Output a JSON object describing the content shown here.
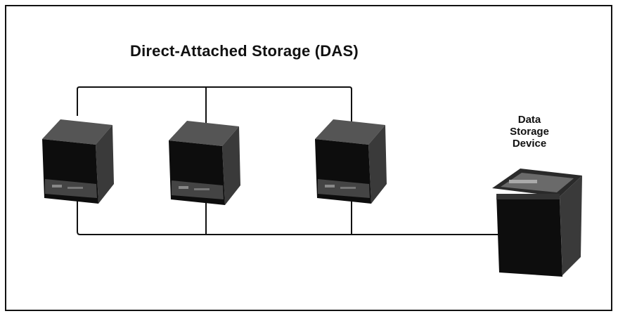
{
  "diagram": {
    "title": "Direct-Attached Storage (DAS)",
    "storage_label_lines": [
      "Data",
      "Storage",
      "Device"
    ],
    "servers": [
      "server-1",
      "server-2",
      "server-3"
    ],
    "colors": {
      "line": "#111111",
      "server_front": "#0d0d0d",
      "server_side": "#3a3a3a",
      "server_top": "#5a5a5a",
      "panel": "#4a4a4a"
    }
  }
}
